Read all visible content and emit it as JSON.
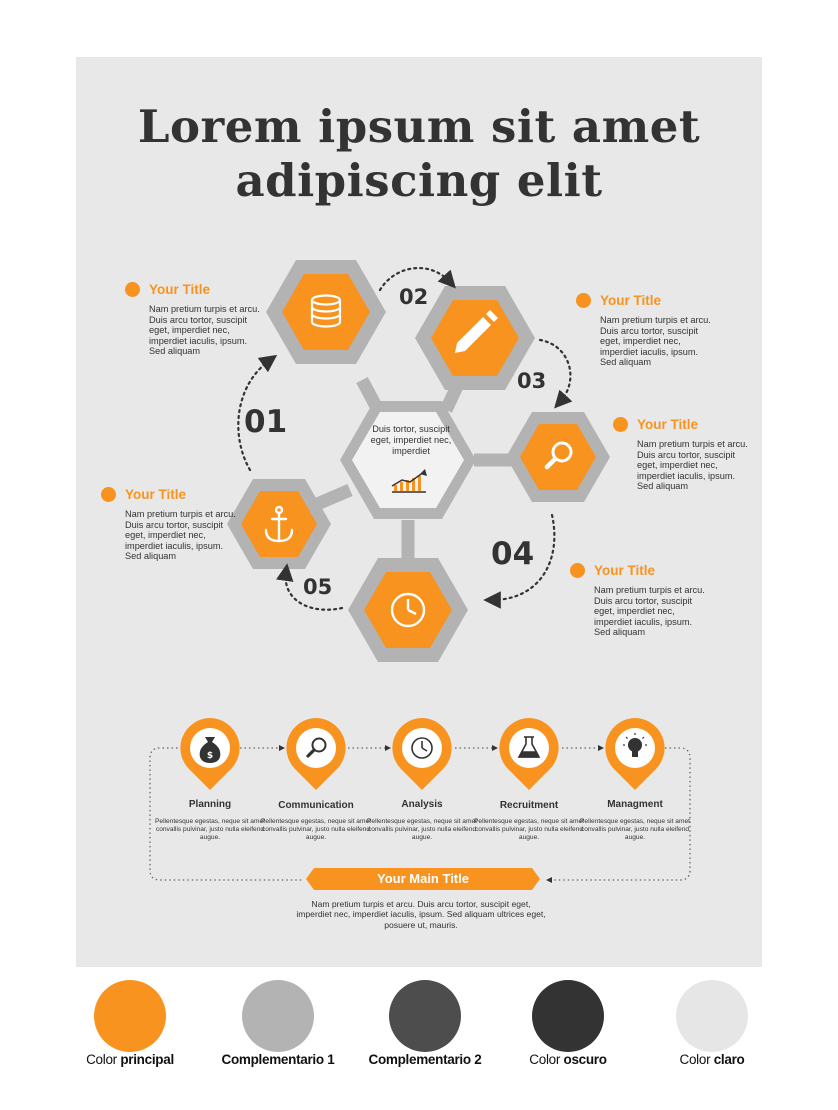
{
  "title": {
    "line1": "Lorem ipsum sit amet",
    "line2": "adipiscing elit"
  },
  "center": {
    "text": "Duis tortor, suscipit eget, imperdiet nec, imperdiet"
  },
  "steps": [
    {
      "number": "01",
      "icon": "coins-icon"
    },
    {
      "number": "02",
      "icon": "pencil-icon"
    },
    {
      "number": "03",
      "icon": "magnifier-icon"
    },
    {
      "number": "04",
      "icon": "clock-icon"
    },
    {
      "number": "05",
      "icon": "anchor-icon"
    }
  ],
  "blocks": [
    {
      "title": "Your Title",
      "text": "Nam pretium turpis et arcu. Duis arcu tortor, suscipit eget, imperdiet nec, imperdiet iaculis, ipsum. Sed aliquam"
    },
    {
      "title": "Your Title",
      "text": "Nam pretium turpis et arcu. Duis arcu tortor, suscipit eget, imperdiet nec, imperdiet iaculis, ipsum. Sed aliquam"
    },
    {
      "title": "Your Title",
      "text": "Nam pretium turpis et arcu. Duis arcu tortor, suscipit eget, imperdiet nec, imperdiet iaculis, ipsum. Sed aliquam"
    },
    {
      "title": "Your Title",
      "text": "Nam pretium turpis et arcu. Duis arcu tortor, suscipit eget, imperdiet nec, imperdiet iaculis, ipsum. Sed aliquam"
    },
    {
      "title": "Your Title",
      "text": "Nam pretium turpis et arcu. Duis arcu tortor, suscipit eget, imperdiet nec, imperdiet iaculis, ipsum. Sed aliquam"
    }
  ],
  "process": [
    {
      "name": "Planning",
      "icon": "money-bag-icon",
      "desc": "Pellentesque egestas, neque sit amet convallis pulvinar, justo nulla eleifend augue."
    },
    {
      "name": "Communication",
      "icon": "magnifier-icon",
      "desc": "Pellentesque egestas, neque sit amet convallis pulvinar, justo nulla eleifend augue."
    },
    {
      "name": "Analysis",
      "icon": "clock-icon",
      "desc": "Pellentesque egestas, neque sit amet convallis pulvinar, justo nulla eleifend augue."
    },
    {
      "name": "Recruitment",
      "icon": "flask-icon",
      "desc": "Pellentesque egestas, neque sit amet convallis pulvinar, justo nulla eleifend augue."
    },
    {
      "name": "Managment",
      "icon": "lightbulb-icon",
      "desc": "Pellentesque egestas, neque sit amet convallis pulvinar, justo nulla eleifend augue."
    }
  ],
  "main_ribbon": {
    "title": "Your Main Title",
    "text": "Nam pretium turpis et arcu. Duis arcu tortor, suscipit eget, imperdiet nec, imperdiet iaculis, ipsum. Sed aliquam ultrices eget, posuere ut, mauris."
  },
  "palette": [
    {
      "normal": "Color ",
      "bold": "principal",
      "hex": "#f7931e"
    },
    {
      "normal": "",
      "bold": "Complementario 1",
      "hex": "#b3b3b3"
    },
    {
      "normal": "",
      "bold": "Complementario 2",
      "hex": "#4d4d4d"
    },
    {
      "normal": "Color ",
      "bold": "oscuro",
      "hex": "#333333"
    },
    {
      "normal": "Color ",
      "bold": "claro",
      "hex": "#e6e6e6"
    }
  ],
  "colors": {
    "orange": "#f7931e",
    "gray_hex": "#b3b3b3",
    "dark": "#333333",
    "background": "#e8e8e8"
  }
}
